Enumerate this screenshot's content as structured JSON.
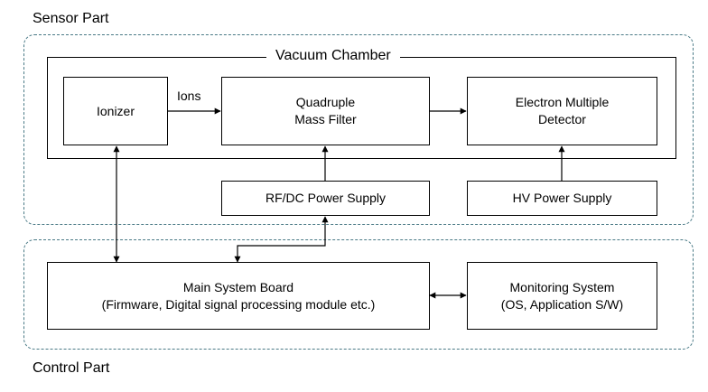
{
  "groups": {
    "sensor": {
      "label": "Sensor Part"
    },
    "control": {
      "label": "Control Part"
    }
  },
  "chamber": {
    "title": "Vacuum Chamber"
  },
  "nodes": {
    "ionizer": {
      "lines": [
        "Ionizer"
      ]
    },
    "qmf": {
      "lines": [
        "Quadruple",
        "Mass Filter"
      ]
    },
    "emd": {
      "lines": [
        "Electron Multiple",
        "Detector"
      ]
    },
    "rfdc": {
      "lines": [
        "RF/DC Power Supply"
      ]
    },
    "hv": {
      "lines": [
        "HV Power Supply"
      ]
    },
    "msb": {
      "lines": [
        "Main System Board",
        "(Firmware, Digital signal processing module etc.)"
      ]
    },
    "mon": {
      "lines": [
        "Monitoring System",
        "(OS, Application S/W)"
      ]
    }
  },
  "edges": {
    "ions_label": "Ions"
  }
}
